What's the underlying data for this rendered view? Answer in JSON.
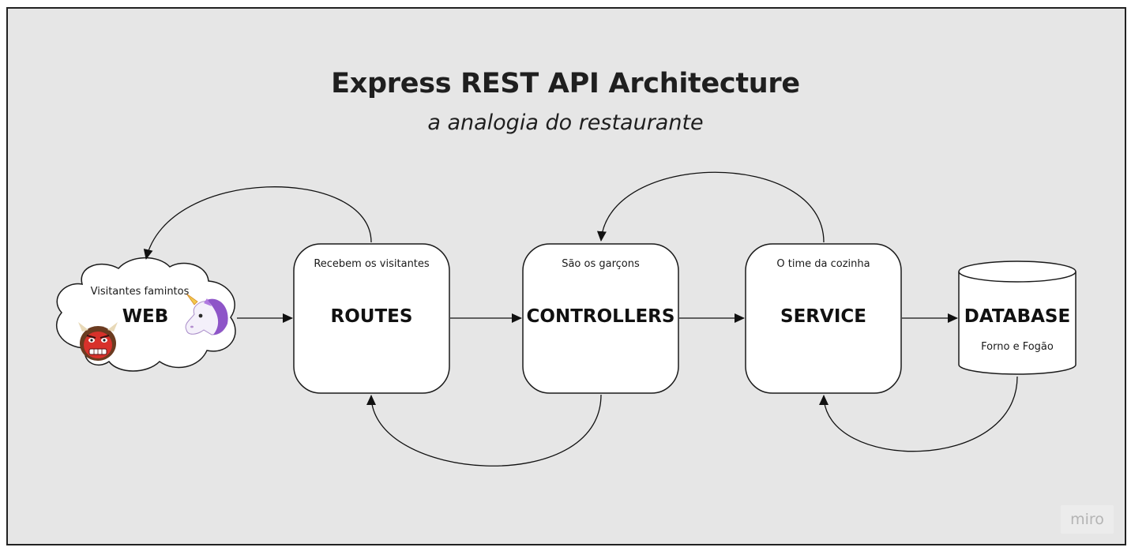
{
  "title": "Express REST API Architecture",
  "subtitle": "a analogia do restaurante",
  "nodes": {
    "web": {
      "label": "WEB",
      "note": "Visitantes famintos"
    },
    "routes": {
      "label": "ROUTES",
      "note": "Recebem os visitantes"
    },
    "controllers": {
      "label": "CONTROLLERS",
      "note": "São os garçons"
    },
    "service": {
      "label": "SERVICE",
      "note": "O time da cozinha"
    },
    "database": {
      "label": "DATABASE",
      "note": "Forno e Fogão"
    }
  },
  "icons": [
    "ogre-icon",
    "unicorn-icon"
  ],
  "watermark": "miro",
  "colors": {
    "canvas": "#e6e6e6",
    "stroke": "#1a1a1a",
    "node_fill": "#ffffff"
  }
}
